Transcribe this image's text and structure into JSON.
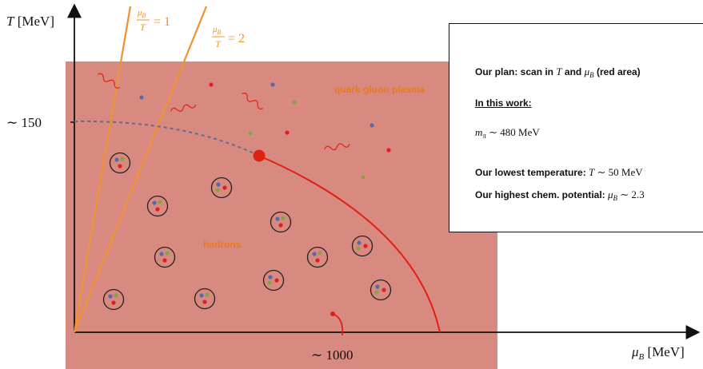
{
  "axes": {
    "y_label_var": "T",
    "y_label_unit": "[MeV]",
    "y_tick": "∼ 150",
    "x_label_var": "μ",
    "x_label_sub": "B",
    "x_label_unit": "[MeV]",
    "x_tick": "∼ 1000"
  },
  "lines": [
    {
      "numerator_var": "μ",
      "numerator_sub": "B",
      "denominator": "T",
      "value": "= 1"
    },
    {
      "numerator_var": "μ",
      "numerator_sub": "B",
      "denominator": "T",
      "value": "= 2"
    }
  ],
  "regions": {
    "qgp": "quark gluon plasma",
    "hadrons": "hadrons"
  },
  "info": {
    "plan_prefix": "Our plan: scan in ",
    "plan_T": "T",
    "plan_and": " and ",
    "plan_mu": "μ",
    "plan_mu_sub": "B",
    "plan_suffix": " (red area)",
    "this_work": "In this work:",
    "mpi_var": "m",
    "mpi_sub": "π",
    "mpi_value": " ∼ 480 MeV",
    "lowest_prefix": "Our lowest temperature: ",
    "lowest_var": "T",
    "lowest_value": " ∼ 50 MeV",
    "highest_prefix": "Our highest chem. potential: ",
    "highest_var": "μ",
    "highest_sub": "B",
    "highest_value": " ∼ 2.3"
  },
  "colors": {
    "scan_area": "#d98a80",
    "line_orange": "#f0922e",
    "phase_red": "#e0210f",
    "crossover_blue": "#5a6f8f",
    "label_orange": "#e87a1e",
    "quark_blue": "#5a6aa8",
    "quark_green": "#8aa044",
    "quark_red": "#e02020"
  }
}
